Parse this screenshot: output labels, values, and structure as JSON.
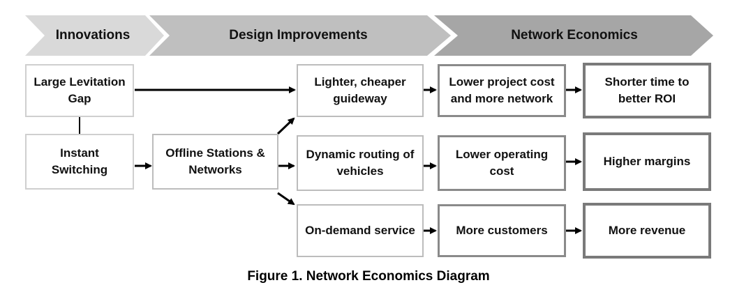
{
  "stages": [
    "Innovations",
    "Design Improvements",
    "Network Economics"
  ],
  "colors": {
    "stage1": "#d9d9d9",
    "stage2": "#bfbfbf",
    "stage3": "#a6a6a6",
    "arrow": "#000000"
  },
  "boxes": {
    "levitation_gap": "Large Levitation Gap",
    "instant_switching": "Instant Switching",
    "offline_stations": "Offline Stations & Networks",
    "lighter_guideway": "Lighter, cheaper guideway",
    "dynamic_routing": "Dynamic routing of vehicles",
    "on_demand": "On-demand service",
    "lower_project_cost": "Lower project cost and more network",
    "lower_operating_cost": "Lower operating cost",
    "more_customers": "More customers",
    "shorter_time": "Shorter time to better ROI",
    "higher_margins": "Higher margins",
    "more_revenue": "More revenue"
  },
  "caption": "Figure 1. Network Economics Diagram"
}
